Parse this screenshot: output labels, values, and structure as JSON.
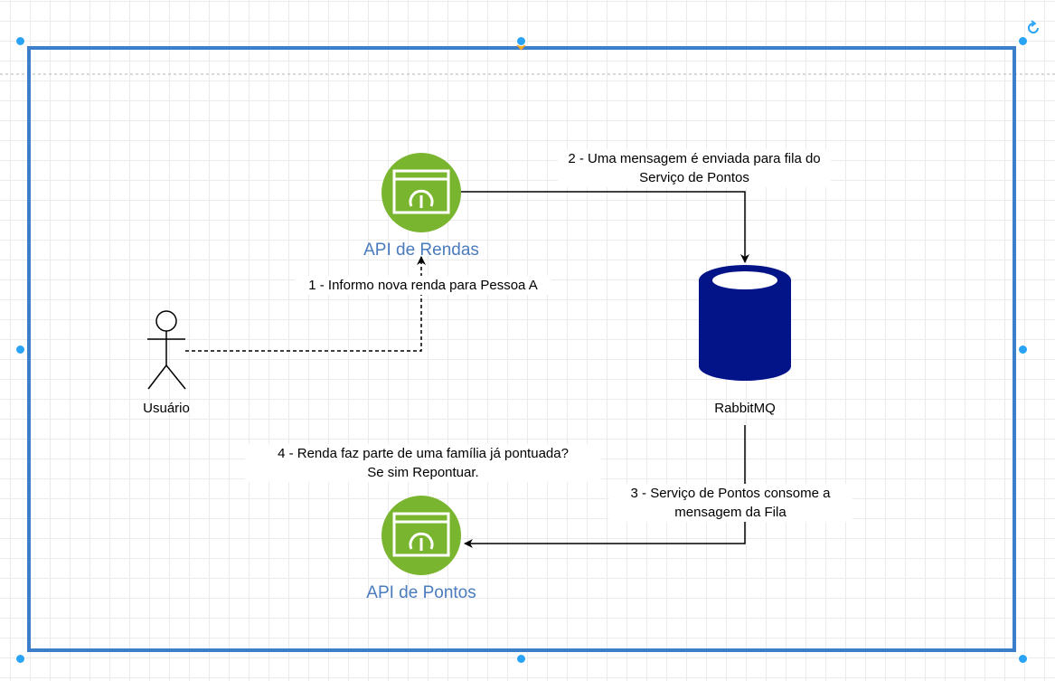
{
  "nodes": {
    "api_rendas": {
      "label": "API de Rendas",
      "icon": "web-app-gauge-icon"
    },
    "api_pontos": {
      "label": "API de Pontos",
      "icon": "web-app-gauge-icon"
    },
    "rabbitmq": {
      "label": "RabbitMQ",
      "icon": "database-cylinder-icon"
    },
    "usuario": {
      "label": "Usuário",
      "icon": "actor-stick-figure-icon"
    }
  },
  "edges": {
    "step1": {
      "label": "1 - Informo nova renda para Pessoa A"
    },
    "step2": {
      "line1": "2 - Uma mensagem é enviada para fila do",
      "line2": "Serviço de Pontos"
    },
    "step3": {
      "line1": "3 - Serviço de Pontos consome a",
      "line2": "mensagem da Fila"
    },
    "step4": {
      "line1": "4 - Renda faz parte de uma família já pontuada?",
      "line2": "Se sim Repontuar."
    }
  },
  "colors": {
    "service_green": "#7ab530",
    "database_blue": "#021488",
    "container_blue": "#3b7ec9",
    "selection_handle": "#29a3f5",
    "service_label": "#4a7bbd"
  }
}
